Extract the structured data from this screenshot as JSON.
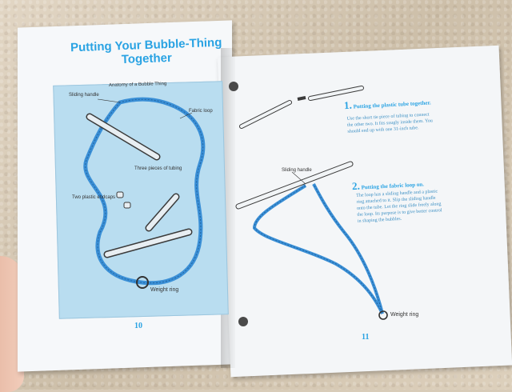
{
  "left_page": {
    "title_line1": "Putting Your Bubble-Thing",
    "title_line2": "Together",
    "diagram_title": "Anatomy of a Bubble Thing",
    "labels": {
      "sliding_handle": "Sliding handle",
      "fabric_loop": "Fabric loop",
      "three_pieces": "Three pieces of tubing",
      "two_endcaps": "Two plastic endcaps",
      "weight_ring": "Weight ring"
    },
    "page_number": "10"
  },
  "right_page": {
    "step1": {
      "number": "1.",
      "title": "Putting the plastic tube together.",
      "text": "Use the short tie piece of tubing to connect the other two. It fits snugly inside them. You should end up with one 31-inch tube."
    },
    "step2": {
      "number": "2.",
      "title": "Putting the fabric loop on.",
      "text": "The loop has a sliding handle and a plastic ring attached to it. Slip the sliding handle onto the tube. Let the ring slide freely along the loop. Its purpose is to give better control in shaping the bubbles."
    },
    "labels": {
      "sliding_handle": "Sliding handle",
      "weight_ring": "Weight ring"
    },
    "page_number": "11"
  },
  "colors": {
    "accent_blue": "#2aa3e3",
    "diagram_bg": "#b9ddf0",
    "strap_blue": "#3a8fd6"
  }
}
